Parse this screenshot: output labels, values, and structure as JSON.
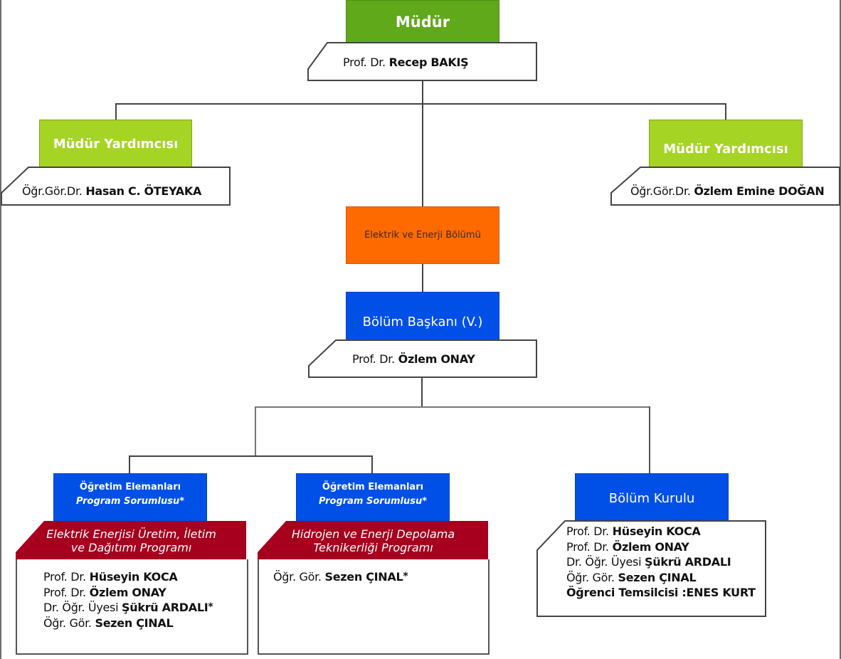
{
  "colors": {
    "director": "#60a91b",
    "deputy": "#a6d425",
    "department": "#fe6a00",
    "blue_box": "#0050e8",
    "program": "#a6001e",
    "lines": "#444444"
  },
  "director": {
    "title": "Müdür",
    "name_prefix": "Prof. Dr.",
    "name": "Recep BAKIŞ"
  },
  "deputy_left": {
    "title": "Müdür Yardımcısı",
    "name_prefix": "Öğr.Gör.Dr.",
    "name": "Hasan C. ÖTEYAKA"
  },
  "deputy_right": {
    "title": "Müdür Yardımcısı",
    "name_prefix": "Öğr.Gör.Dr.",
    "name": "Özlem Emine DOĞAN"
  },
  "department": {
    "title": "Elektrik ve Enerji Bölümü"
  },
  "head": {
    "title": "Bölüm Başkanı (V.)",
    "name_prefix": "Prof. Dr.",
    "name": "Özlem ONAY"
  },
  "programs": [
    {
      "header_line1": "Öğretim Elemanları",
      "header_line2": "Program Sorumlusu*",
      "title_line1": "Elektrik Enerjisi Üretim, İletim",
      "title_line2": "ve Dağıtımı Programı",
      "members": [
        {
          "prefix": "Prof. Dr.",
          "name": "Hüseyin KOCA",
          "star": ""
        },
        {
          "prefix": "Prof. Dr.",
          "name": "Özlem ONAY",
          "star": ""
        },
        {
          "prefix": "Dr. Öğr. Üyesi",
          "name": "Şükrü ARDALI",
          "star": "*"
        },
        {
          "prefix": "Öğr. Gör.",
          "name": "Sezen ÇINAL",
          "star": ""
        }
      ]
    },
    {
      "header_line1": "Öğretim Elemanları",
      "header_line2": "Program Sorumlusu*",
      "title_line1": "Hidrojen ve Enerji Depolama",
      "title_line2": "Teknikerliği Programı",
      "members": [
        {
          "prefix": "Öğr. Gör.",
          "name": "Sezen ÇINAL",
          "star": "*"
        }
      ]
    }
  ],
  "council": {
    "title": "Bölüm Kurulu",
    "members": [
      {
        "prefix": "Prof. Dr.",
        "name": "Hüseyin KOCA"
      },
      {
        "prefix": "Prof. Dr.",
        "name": "Özlem ONAY"
      },
      {
        "prefix": "Dr. Öğr. Üyesi",
        "name": "Şükrü ARDALI"
      },
      {
        "prefix": "Öğr. Gör.",
        "name": "Sezen ÇINAL"
      },
      {
        "prefix": "",
        "name": "Öğrenci Temsilcisi :ENES KURT"
      }
    ]
  }
}
